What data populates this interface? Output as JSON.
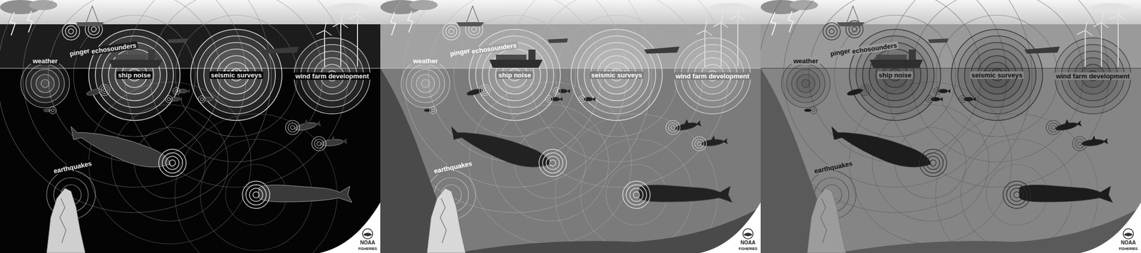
{
  "diagram": {
    "labels": [
      "weather",
      "pingers",
      "echosounders",
      "ship noise",
      "seismic surveys",
      "wind farm development",
      "earthquakes",
      "NOAA",
      "FISHERIES",
      "weather",
      "pingers",
      "echosounders",
      "ship noise",
      "seismic surveys",
      "wind farm development",
      "earthquakes",
      "NOAA",
      "FISHERIES",
      "weather",
      "pingers",
      "echosounders",
      "ship noise",
      "seismic surveys",
      "wind farm development",
      "earthquakes",
      "NOAA",
      "FISHERIES"
    ]
  }
}
